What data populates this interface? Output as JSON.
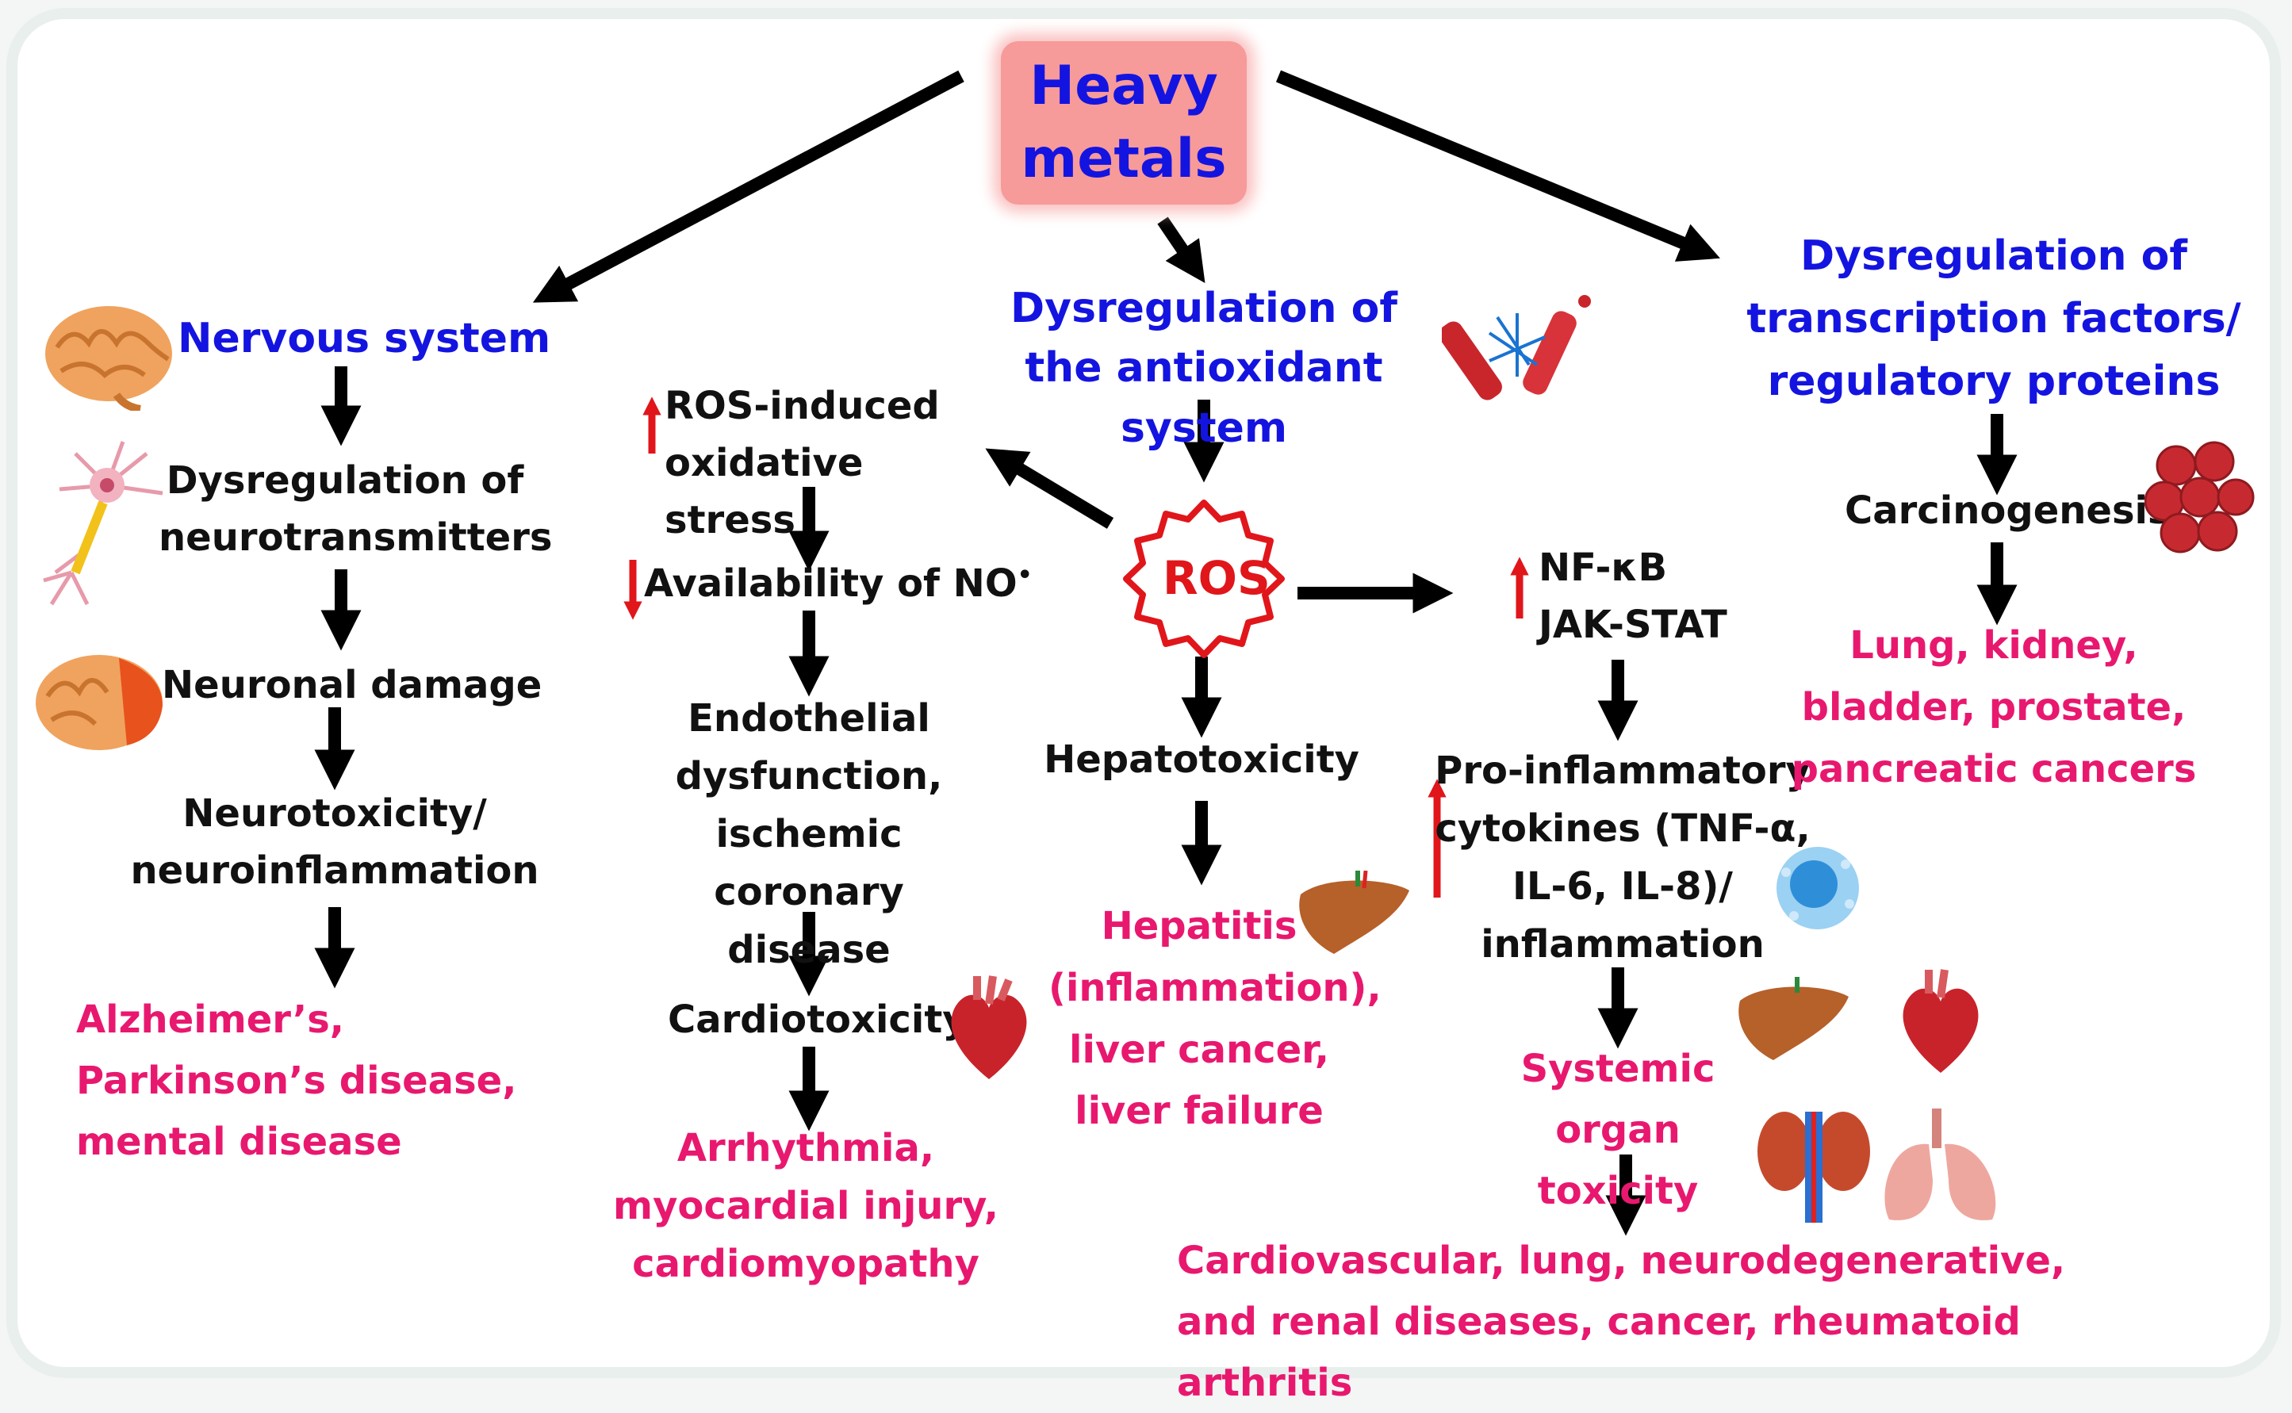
{
  "root": {
    "label": "Heavy metals",
    "color": "#f79a9a"
  },
  "branches": {
    "nervous": {
      "title": "Nervous system",
      "step1": "Dysregulation of neurotransmitters",
      "step2": "Neuronal damage",
      "step3": "Neurotoxicity/ neuroinflammation",
      "outcome": "Alzheimer’s, Parkinson’s disease, mental disease"
    },
    "antioxidant": {
      "title": "Dysregulation of the antioxidant system",
      "ros": "ROS"
    },
    "oxidative": {
      "step1": "ROS-induced oxidative stress",
      "step2": "Availability of NO",
      "step2_sup": "•",
      "step3": "Endothelial dysfunction, ischemic coronary disease",
      "step4": "Cardiotoxicity",
      "outcome": "Arrhythmia, myocardial injury, cardiomyopathy"
    },
    "liver": {
      "step1": "Hepatotoxicity",
      "outcome": "Hepatitis (inflammation), liver cancer, liver failure"
    },
    "inflammation": {
      "step1a": "NF-κB",
      "step1b": "JAK-STAT",
      "step2": "Pro-inflammatory cytokines (TNF-α, IL-6, IL-8)/ inflammation",
      "step3": "Systemic organ toxicity",
      "outcome": "Cardiovascular, lung, neurodegenerative, and renal diseases, cancer, rheumatoid arthritis"
    },
    "transcription": {
      "title": "Dysregulation of transcription factors/ regulatory proteins",
      "step1": "Carcinogenesis",
      "outcome": "Lung, kidney, bladder, prostate, pancreatic cancers"
    }
  },
  "icons": [
    "brain-icon",
    "neuron-icon",
    "brain-damage-icon",
    "blood-vessel-icon",
    "tumor-cells-icon",
    "heart-icon",
    "liver-icon",
    "immune-cell-icon",
    "kidney-icon",
    "lungs-icon"
  ],
  "colors": {
    "title": "#1414e0",
    "outcome": "#e8186f",
    "up_down_arrow": "#e0161b",
    "flow_arrow": "#000000"
  }
}
